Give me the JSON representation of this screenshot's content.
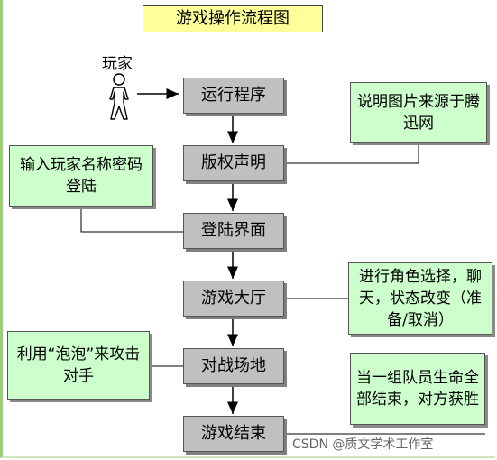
{
  "diagram": {
    "title": "游戏操作流程图",
    "actor_label": "玩家",
    "steps": [
      {
        "label": "运行程序"
      },
      {
        "label": "版权声明"
      },
      {
        "label": "登陆界面"
      },
      {
        "label": "游戏大厅"
      },
      {
        "label": "对战场地"
      },
      {
        "label": "游戏结束"
      }
    ],
    "notes": {
      "image_source": "说明图片来源于腾迅网",
      "login": "输入玩家名称密码登陆",
      "lobby": "进行角色选择，聊天，状态改变（准备/取消）",
      "battle": "利用“泡泡”来攻击对手",
      "end": "当一组队员生命全部结束，对方获胜"
    }
  },
  "watermark": "CSDN @质文学术工作室",
  "colors": {
    "title_bg": "#ffff99",
    "step_bg": "#c0c0c0",
    "note_bg": "#ccffcc"
  }
}
